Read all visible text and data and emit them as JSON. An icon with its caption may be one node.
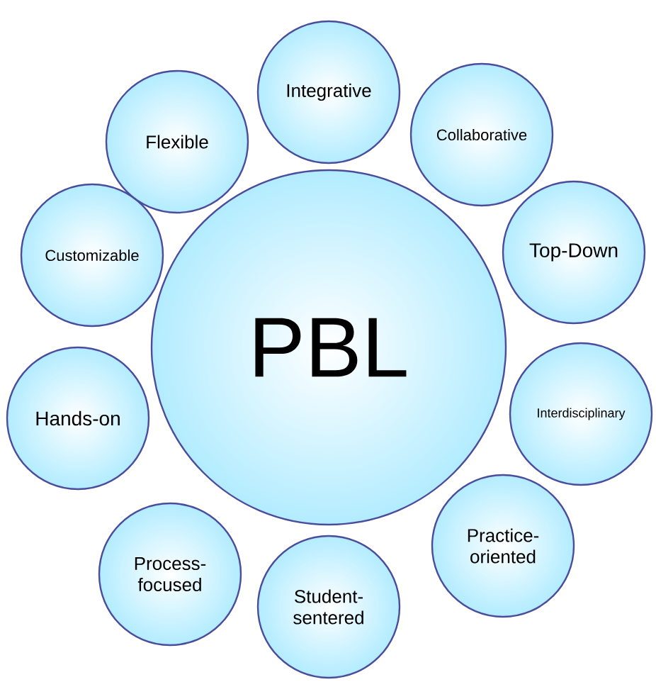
{
  "diagram": {
    "nodes": [
      {
        "text": [
          "PBL"
        ]
      },
      {
        "text": [
          "Integrative"
        ]
      },
      {
        "text": [
          "Collaborative"
        ]
      },
      {
        "text": [
          "Top-Down"
        ]
      },
      {
        "text": [
          "Interdisciplinary"
        ]
      },
      {
        "text": [
          "Practice-oriented"
        ]
      },
      {
        "text": [
          "Student-sentered"
        ]
      },
      {
        "text": [
          "Process-focused"
        ]
      },
      {
        "text": [
          "Hands-on"
        ]
      },
      {
        "text": [
          "Customizable"
        ]
      },
      {
        "text": [
          "Flexible"
        ]
      }
    ]
  }
}
